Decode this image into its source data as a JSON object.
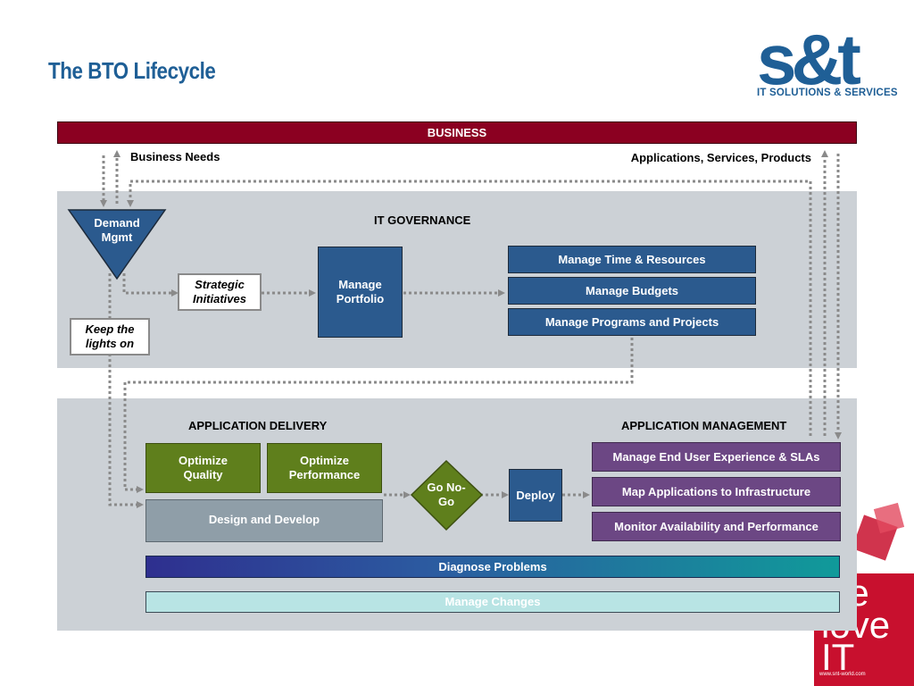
{
  "title": "The BTO Lifecycle",
  "logo": {
    "brand": "s&t",
    "tagline": "IT SOLUTIONS & SERVICES"
  },
  "corner_graphic": {
    "text": "we love IT",
    "url": "www.snt-world.com"
  },
  "business": {
    "label": "BUSINESS",
    "needs": "Business Needs",
    "outputs": "Applications, Services, Products"
  },
  "governance": {
    "heading": "IT GOVERNANCE",
    "demand": "Demand Mgmt",
    "strategic": "Strategic Initiatives",
    "keep_lights": "Keep the lights on",
    "portfolio": "Manage Portfolio",
    "items": [
      "Manage Time & Resources",
      "Manage Budgets",
      "Manage Programs and Projects"
    ]
  },
  "delivery": {
    "heading": "APPLICATION DELIVERY",
    "quality": "Optimize Quality",
    "performance": "Optimize Performance",
    "design": "Design and Develop",
    "gonogo": "Go No-Go",
    "deploy": "Deploy"
  },
  "management": {
    "heading": "APPLICATION MANAGEMENT",
    "items": [
      "Manage End User Experience & SLAs",
      "Map Applications to Infrastructure",
      "Monitor Availability and Performance"
    ]
  },
  "bars": {
    "diagnose": "Diagnose Problems",
    "changes": "Manage Changes"
  },
  "colors": {
    "business": "#8b0021",
    "blue": "#2b5a8e",
    "green": "#5f7f1c",
    "purple": "#6c4784",
    "panel": "#ccd1d6",
    "title": "#1f5f96"
  }
}
